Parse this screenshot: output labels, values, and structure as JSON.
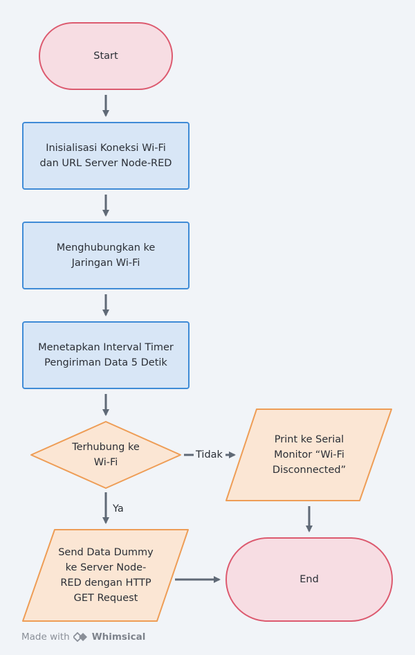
{
  "diagram": {
    "nodes": {
      "start": "Start",
      "init": "Inisialisasi Koneksi Wi-Fi\ndan URL Server Node-RED",
      "connect": "Menghubungkan ke\nJaringan Wi-Fi",
      "timer": "Menetapkan Interval Timer\nPengiriman Data 5 Detik",
      "decision": "Terhubung ke\nWi-Fi",
      "print": "Print ke Serial\nMonitor “Wi-Fi\nDisconnected”",
      "send": "Send Data Dummy\nke Server Node-\nRED dengan HTTP\nGET Request",
      "end": "End"
    },
    "edge_labels": {
      "no": "Tidak",
      "yes": "Ya"
    }
  },
  "footer": {
    "made_with": "Made with",
    "brand": "Whimsical"
  },
  "colors": {
    "terminal_fill": "#f7dde3",
    "terminal_stroke": "#dc5a6f",
    "process_fill": "#d8e6f6",
    "process_stroke": "#3f8bd6",
    "io_fill": "#fbe6d4",
    "io_stroke": "#ee9d56",
    "arrow": "#5f6976"
  }
}
